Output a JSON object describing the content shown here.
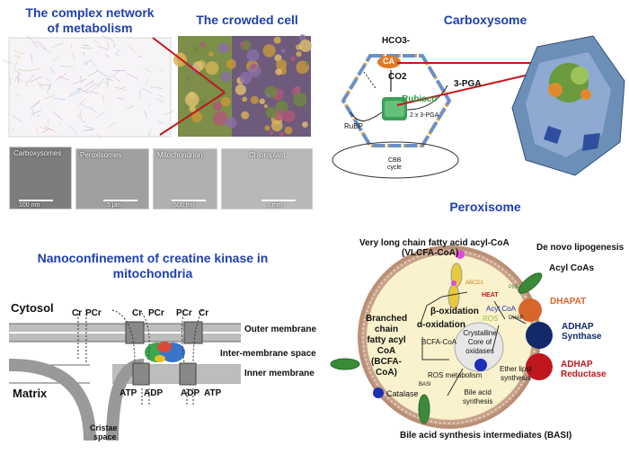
{
  "panel_metabolism": {
    "title_line1": "The complex network",
    "title_line2": "of metabolism"
  },
  "panel_crowded": {
    "title": "The crowded cell"
  },
  "micrographs": [
    {
      "label": "Carboxysomes",
      "scale": "100 nm"
    },
    {
      "label": "Peroxisomes",
      "scale": "5 μm"
    },
    {
      "label": "Mitochondrion",
      "scale": "500 nm"
    },
    {
      "label": "Chloroplast",
      "scale": "1 mm"
    }
  ],
  "carboxysome": {
    "title": "Carboxysome",
    "hco3": "HCO3-",
    "ca": "CA",
    "co2": "CO2",
    "rubisco": "Rubisco",
    "three_pga": "3-PGA",
    "two_pga": "2 x 3-PGA",
    "rubp": "RuBP",
    "cbb1": "CBB",
    "cbb2": "cycle"
  },
  "creatine": {
    "title_line1": "Nanoconfinement of creatine kinase in",
    "title_line2": "mitochondria",
    "cytosol": "Cytosol",
    "matrix": "Matrix",
    "outer": "Outer membrane",
    "inter": "Inter-membrane space",
    "inner": "Inner membrane",
    "cristae1": "Cristae",
    "cristae2": "space",
    "cr": "Cr",
    "pcr": "PCr",
    "atp": "ATP",
    "adp": "ADP"
  },
  "peroxisome": {
    "title": "Peroxisome",
    "vlcfa1": "Very long chain fatty acid acyl-CoA",
    "vlcfa2": "(VLCFA-CoA)",
    "denovo": "De novo lipogenesis",
    "acylcoas": "Acyl CoAs",
    "abcd1": "ABCD1",
    "pmp70": "PMP70",
    "heat": "HEAT",
    "beta_ox": "β-oxidation",
    "alpha_ox": "α-oxidation",
    "acyl_coa": "Acyl CoA",
    "ros_small": "ROS",
    "dhap_small": "DHAP",
    "dhapat": "DHAPAT",
    "adhap_syn1": "ADHAP",
    "adhap_syn2": "Synthase",
    "adhap_red1": "ADHAP",
    "adhap_red2": "Reductase",
    "branched1": "Branched",
    "branched2": "chain",
    "branched3": "fatty acyl",
    "branched4": "CoA",
    "branched5": "(BCFA-CoA)",
    "bcfa_coa": "BCFA-CoA",
    "crystalline1": "Crystalline",
    "crystalline2": "Core of",
    "crystalline3": "oxidases",
    "ether1": "Ether lipid",
    "ether2": "synthesis",
    "ros_metab": "ROS metabolism",
    "bile1": "Bile acid",
    "bile2": "synthesis",
    "catalase": "Catalase",
    "basi_small": "BASI",
    "basi": "Bile acid synthesis intermediates (BASI)"
  }
}
